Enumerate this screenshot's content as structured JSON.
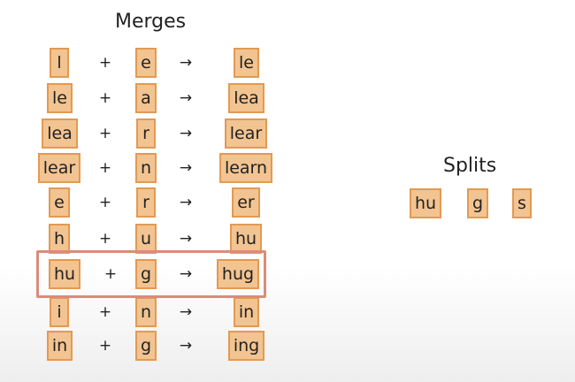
{
  "merges": {
    "title": "Merges",
    "plus_symbol": "+",
    "arrow_symbol": "→",
    "rows": [
      {
        "left": "l",
        "right": "e",
        "result": "le"
      },
      {
        "left": "le",
        "right": "a",
        "result": "lea"
      },
      {
        "left": "lea",
        "right": "r",
        "result": "lear"
      },
      {
        "left": "lear",
        "right": "n",
        "result": "learn"
      },
      {
        "left": "e",
        "right": "r",
        "result": "er"
      },
      {
        "left": "h",
        "right": "u",
        "result": "hu"
      },
      {
        "left": "hu",
        "right": "g",
        "result": "hug"
      },
      {
        "left": "i",
        "right": "n",
        "result": "in"
      },
      {
        "left": "in",
        "right": "g",
        "result": "ing"
      }
    ],
    "highlighted_row": 6
  },
  "splits": {
    "title": "Splits",
    "tokens": [
      "hu",
      "g",
      "s"
    ]
  }
}
